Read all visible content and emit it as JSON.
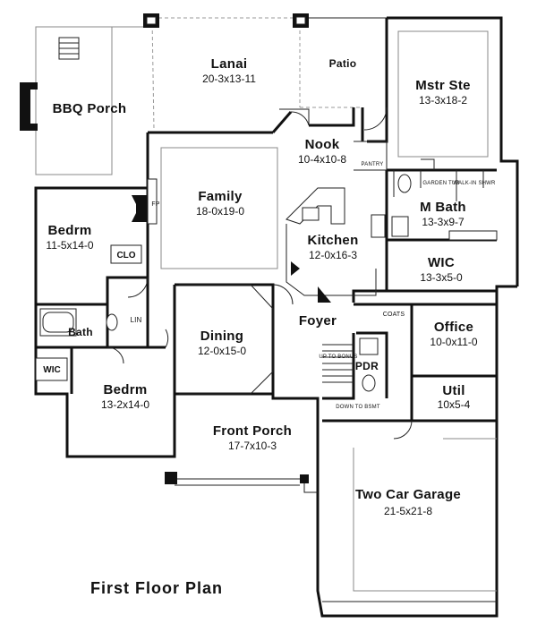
{
  "title": "First Floor Plan",
  "rooms": [
    {
      "name": "Lanai",
      "dims": "20-3x13-11"
    },
    {
      "name": "Patio",
      "dims": ""
    },
    {
      "name": "Mstr Ste",
      "dims": "13-3x18-2"
    },
    {
      "name": "BBQ Porch",
      "dims": ""
    },
    {
      "name": "Nook",
      "dims": "10-4x10-8"
    },
    {
      "name": "Family",
      "dims": "18-0x19-0"
    },
    {
      "name": "Bedrm",
      "dims": "11-5x14-0"
    },
    {
      "name": "M Bath",
      "dims": "13-3x9-7"
    },
    {
      "name": "Kitchen",
      "dims": "12-0x16-3"
    },
    {
      "name": "WIC",
      "dims": "13-3x5-0"
    },
    {
      "name": "Foyer",
      "dims": ""
    },
    {
      "name": "Office",
      "dims": "10-0x11-0"
    },
    {
      "name": "Dining",
      "dims": "12-0x15-0"
    },
    {
      "name": "Bath",
      "dims": ""
    },
    {
      "name": "PDR",
      "dims": ""
    },
    {
      "name": "Bedrm",
      "dims": "13-2x14-0"
    },
    {
      "name": "Util",
      "dims": "10x5-4"
    },
    {
      "name": "Front Porch",
      "dims": "17-7x10-3"
    },
    {
      "name": "Two Car Garage",
      "dims": "21-5x21-8"
    }
  ],
  "small_labels": {
    "clo": "CLO",
    "lin": "LIN",
    "wic": "WIC",
    "fp": "FP",
    "pantry": "PANTRY",
    "garden_tub": "GARDEN TUB",
    "walkin_shwr": "WALK-IN SHWR",
    "coats": "COATS",
    "up_to_bonus": "UP TO BONUS",
    "down_to_bsmt": "DOWN TO BSMT"
  }
}
